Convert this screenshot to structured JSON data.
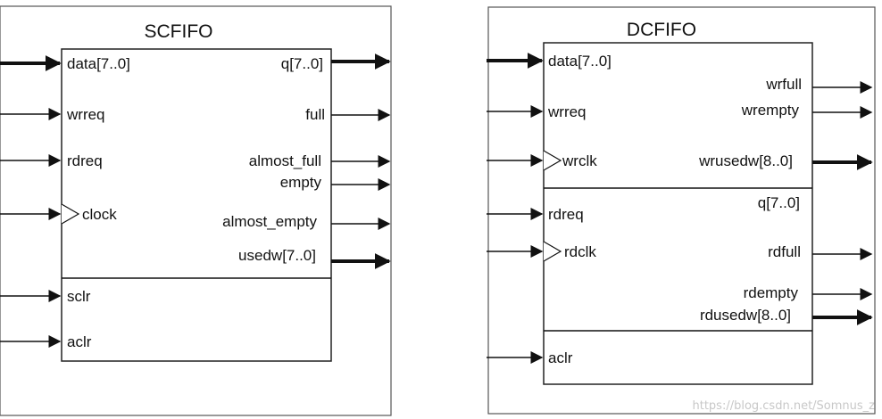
{
  "scfifo": {
    "title": "SCFIFO",
    "inputs": {
      "data": "data[7..0]",
      "wrreq": "wrreq",
      "rdreq": "rdreq",
      "clock": "clock",
      "sclr": "sclr",
      "aclr": "aclr"
    },
    "outputs": {
      "q": "q[7..0]",
      "full": "full",
      "almost_full": "almost_full",
      "empty": "empty",
      "almost_empty": "almost_empty",
      "usedw": "usedw[7..0]"
    }
  },
  "dcfifo": {
    "title": "DCFIFO",
    "inputs": {
      "data": "data[7..0]",
      "wrreq": "wrreq",
      "wrclk": "wrclk",
      "rdreq": "rdreq",
      "rdclk": "rdclk",
      "aclr": "aclr"
    },
    "outputs": {
      "wrfull": "wrfull",
      "wrempty": "wrempty",
      "wrusedw": "wrusedw[8..0]",
      "q": "q[7..0]",
      "rdfull": "rdfull",
      "rdempty": "rdempty",
      "rdusedw": "rdusedw[8..0]"
    }
  },
  "watermark": "https://blog.csdn.net/Somnus_z"
}
